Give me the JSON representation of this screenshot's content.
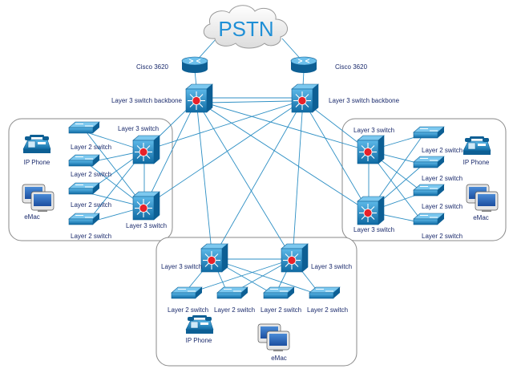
{
  "cloud": {
    "label": "PSTN"
  },
  "routers": [
    {
      "id": "r1",
      "label": "Cisco 3620"
    },
    {
      "id": "r2",
      "label": "Cisco 3620"
    }
  ],
  "backbone": [
    {
      "id": "b1",
      "label": "Layer 3 switch backbone"
    },
    {
      "id": "b2",
      "label": "Layer 3 switch backbone"
    }
  ],
  "groups": {
    "left": {
      "l3": [
        {
          "id": "lL1",
          "label": "Layer 3 switch"
        },
        {
          "id": "lL2",
          "label": "Layer 3 switch"
        }
      ],
      "l2": [
        "Layer 2 switch",
        "Layer 2 switch",
        "Layer 2 switch",
        "Layer 2 switch"
      ],
      "phone": "IP Phone",
      "emac": "eMac"
    },
    "right": {
      "l3": [
        {
          "id": "rL1",
          "label": "Layer 3 switch"
        },
        {
          "id": "rL2",
          "label": "Layer 3 switch"
        }
      ],
      "l2": [
        "Layer 2 switch",
        "Layer 2 switch",
        "Layer 2 switch",
        "Layer 2 switch"
      ],
      "phone": "IP Phone",
      "emac": "eMac"
    },
    "bottom": {
      "l3": [
        {
          "id": "bL1",
          "label": "Layer 3 switch"
        },
        {
          "id": "bL2",
          "label": "Layer 3 switch"
        }
      ],
      "l2": [
        "Layer 2 switch",
        "Layer 2 switch",
        "Layer 2 switch",
        "Layer 2 switch"
      ],
      "phone": "IP Phone",
      "emac": "eMac"
    }
  },
  "colors": {
    "link": "#2d8fc4",
    "device": "#1e7fb8",
    "accent": "#e8222a",
    "text": "#1a2a6c"
  }
}
